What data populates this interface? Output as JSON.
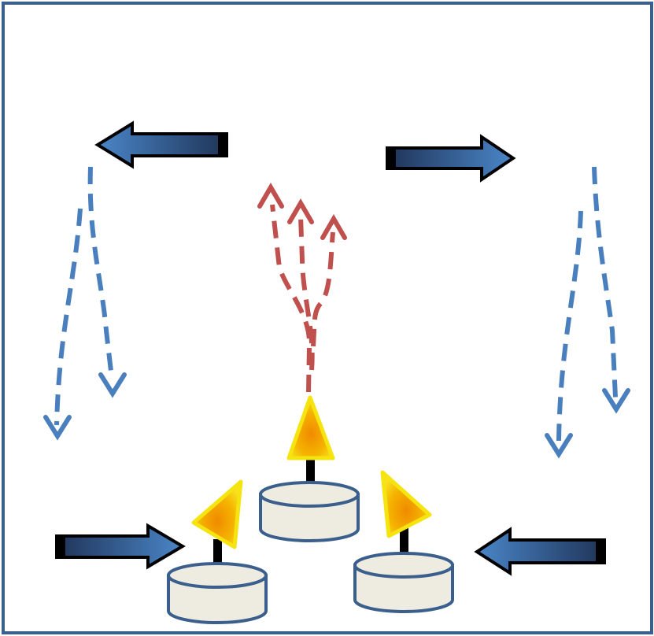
{
  "diagram": {
    "description_text": "",
    "colors": {
      "frame": "#3b5f8c",
      "arrow_fill_light": "#4a86c8",
      "arrow_fill_dark": "#1f3458",
      "arrow_outline": "#000000",
      "cool_air": "#4a7fbd",
      "hot_air": "#c0504d",
      "flame_outer": "#f5e40f",
      "flame_inner": "#f59a00",
      "candle_body": "#eeebe1",
      "candle_outline": "#3b5f8c",
      "wick": "#000000"
    },
    "elements": {
      "outflow_arrows": 2,
      "inflow_arrows": 2,
      "cool_air_streams": 4,
      "hot_air_streams": 3,
      "candles": 3
    }
  }
}
